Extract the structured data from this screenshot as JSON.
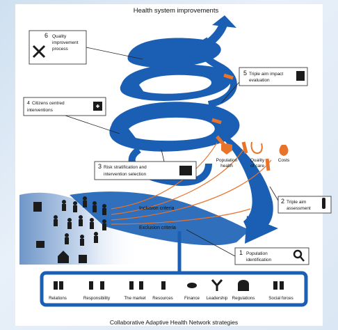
{
  "title": "Health system improvements",
  "footer": "Collaborative Adaptive Health Network strategies",
  "steps": {
    "s1": {
      "num": "1",
      "line1": "Population",
      "line2": "identification",
      "icon": "magnifier-icon"
    },
    "s2": {
      "num": "2",
      "line1": "Triple aim",
      "line2": "assessment",
      "icon": "thermometer-icon"
    },
    "s3": {
      "num": "3",
      "line1": "Risk stratification and",
      "line2": "intervention selection",
      "icon": "people-stack-icon"
    },
    "s4": {
      "num": "4",
      "line1": "Citizens centred",
      "line2": "interventions",
      "icon": "plus-square-icon"
    },
    "s5": {
      "num": "5",
      "line1": "Triple aim impact",
      "line2": "evaluation",
      "icon": "medical-search-icon"
    },
    "s6": {
      "num": "6",
      "line1": "Quality",
      "line2": "improvement",
      "line3": "process",
      "icon": "tools-icon"
    }
  },
  "aims": [
    {
      "line1": "Population",
      "line2": "health",
      "icon": "heart-shield-icon"
    },
    {
      "line1": "Quality",
      "line2": "of care",
      "icon": "stethoscope-icon"
    },
    {
      "line1": "Costs",
      "line2": "",
      "icon": "money-bag-icon"
    }
  ],
  "criteria": {
    "inclusion": "Inclusion criteria",
    "exclusion": "Exclusion criteria"
  },
  "strategies": [
    "Relations",
    "Responsibility",
    "The market",
    "Resources",
    "Finance",
    "Leadership",
    "Regulations",
    "Social forces"
  ],
  "colors": {
    "blue": "#1a5fb4",
    "orange": "#e8732a",
    "dark": "#1b1b1b"
  }
}
